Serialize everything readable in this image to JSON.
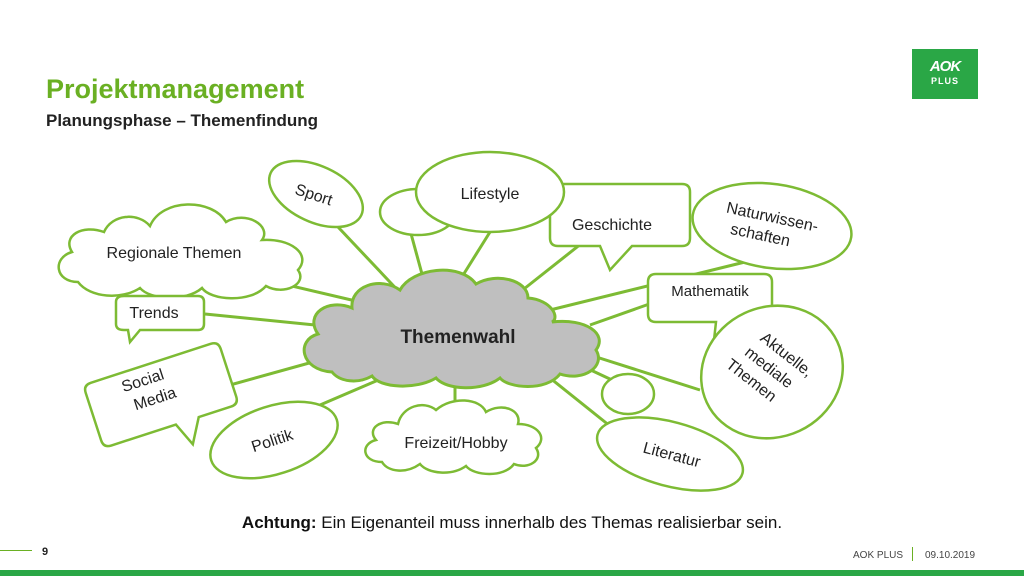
{
  "header": {
    "title": "Projektmanagement",
    "subtitle": "Planungsphase – Themenfindung"
  },
  "logo": {
    "line1": "AOK",
    "line2": "PLUS",
    "color": "#2aa746"
  },
  "diagram": {
    "center": "Themenwahl",
    "topics": {
      "sport": "Sport",
      "lifestyle": "Lifestyle",
      "geschichte": "Geschichte",
      "naturwissenschaften": [
        "Naturwissen-",
        "schaften"
      ],
      "regionale_themen": "Regionale Themen",
      "trends": "Trends",
      "mathematik": "Mathematik",
      "social_media": [
        "Social",
        "Media"
      ],
      "aktuelle_themen": [
        "Aktuelle,",
        "mediale",
        "Themen"
      ],
      "politik": "Politik",
      "freizeit_hobby": "Freizeit/Hobby",
      "literatur": "Literatur"
    },
    "colors": {
      "outline": "#7dbb34",
      "center_fill": "#bfbfbf"
    }
  },
  "note": {
    "label": "Achtung:",
    "text": " Ein Eigenanteil muss innerhalb des Themas realisierbar sein."
  },
  "footer": {
    "page_number": "9",
    "brand": "AOK PLUS",
    "date": "09.10.2019"
  }
}
